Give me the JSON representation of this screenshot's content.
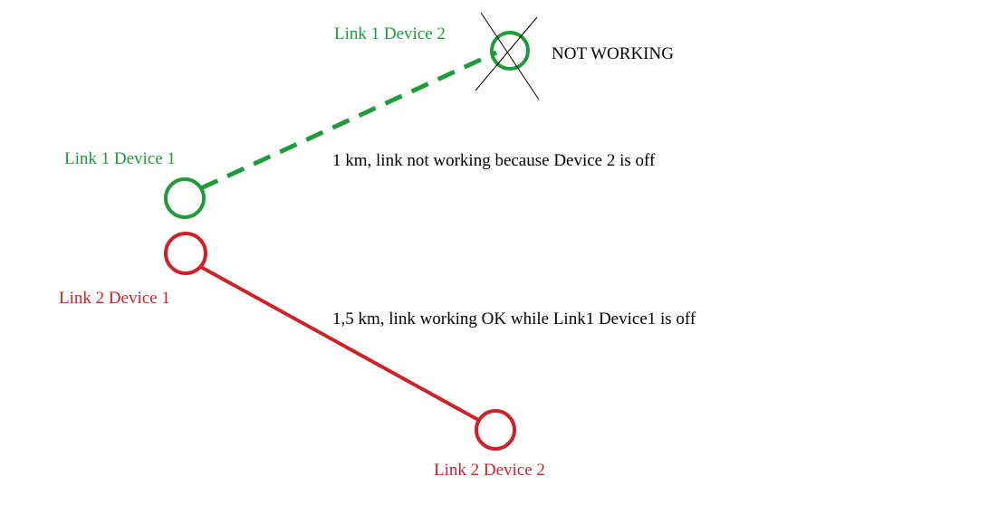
{
  "colors": {
    "link1": "#1f9b3a",
    "link2": "#cc2229",
    "text": "#000000",
    "background": "#ffffff"
  },
  "link1": {
    "device1_label": "Link 1 Device 1",
    "device2_label": "Link 1 Device 2",
    "status_label": "NOT WORKING",
    "description": "1 km, link not working because Device 2 is off",
    "line_style": "dashed",
    "device2_state": "crossed-out"
  },
  "link2": {
    "device1_label": "Link 2 Device 1",
    "device2_label": "Link 2 Device 2",
    "description": "1,5 km, link working OK while Link1 Device1 is off",
    "line_style": "solid"
  }
}
